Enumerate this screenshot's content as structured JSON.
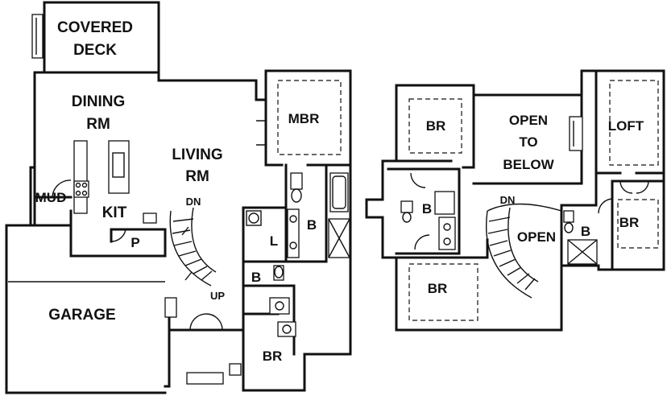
{
  "first_floor": {
    "covered_deck": [
      "COVERED",
      "DECK"
    ],
    "dining": [
      "DINING",
      "RM"
    ],
    "living": [
      "LIVING",
      "RM"
    ],
    "mbr": "MBR",
    "mud": "MUD",
    "kit": "KIT",
    "pantry": "P",
    "laundry": "L",
    "bath_master": "B",
    "bath_small": "B",
    "bedroom": "BR",
    "garage": "GARAGE",
    "stair_dn": "DN",
    "stair_up": "UP"
  },
  "second_floor": {
    "br_top_left": "BR",
    "open_to_below": [
      "OPEN",
      "TO",
      "BELOW"
    ],
    "loft": "LOFT",
    "bath_center": "B",
    "br_bottom_left": "BR",
    "stair_dn": "DN",
    "open": "OPEN",
    "bath_right": "B",
    "br_right": "BR"
  }
}
